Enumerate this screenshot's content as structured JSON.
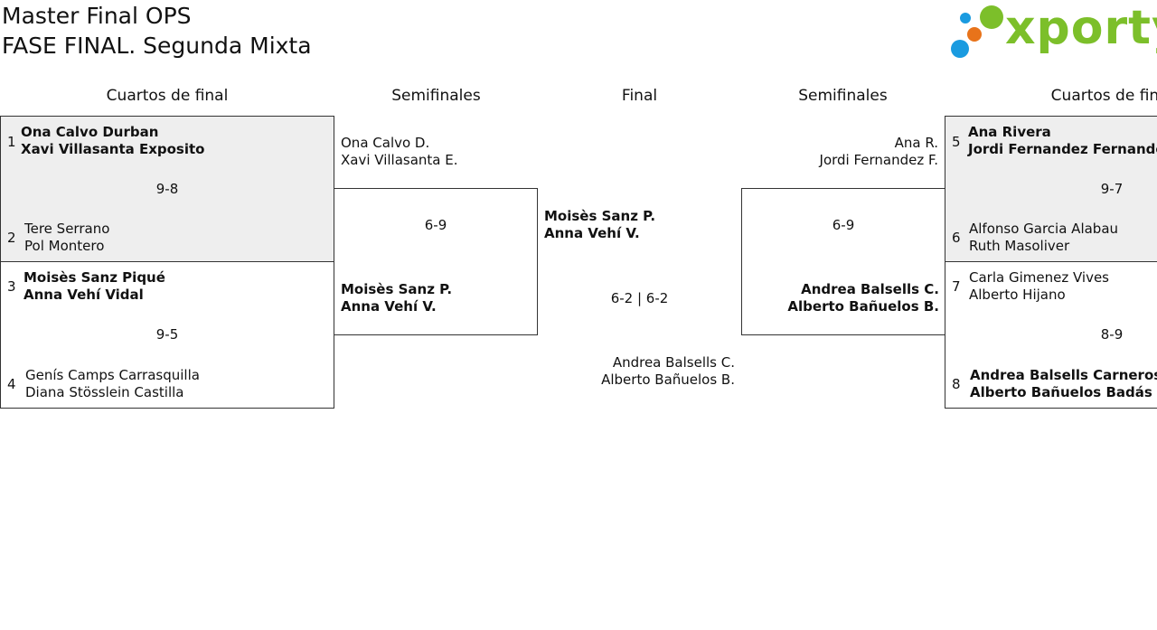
{
  "header": {
    "title_line1": "Master Final OPS",
    "title_line2": "FASE FINAL. Segunda Mixta",
    "logo_text": "xporty"
  },
  "columns": {
    "left_quarters": "Cuartos de final",
    "left_semis": "Semifinales",
    "final": "Final",
    "right_semis": "Semifinales",
    "right_quarters": "Cuartos de final"
  },
  "quarters_left": [
    {
      "seed_a": "1",
      "a1": "Ona Calvo Durban",
      "a2": "Xavi Villasanta Exposito",
      "score": "9-8",
      "seed_b": "2",
      "b1": "Tere Serrano",
      "b2": "Pol Montero"
    },
    {
      "seed_a": "3",
      "a1": "Moisès Sanz Piqué",
      "a2": "Anna Vehí Vidal",
      "score": "9-5",
      "seed_b": "4",
      "b1": "Genís Camps Carrasquilla",
      "b2": "Diana Stösslein Castilla"
    }
  ],
  "quarters_right": [
    {
      "seed_a": "5",
      "a1": "Ana Rivera",
      "a2": "Jordi Fernandez Fernandez",
      "score": "9-7",
      "seed_b": "6",
      "b1": "Alfonso Garcia Alabau",
      "b2": "Ruth Masoliver"
    },
    {
      "seed_a": "7",
      "a1": "Carla Gimenez Vives",
      "a2": "Alberto Hijano",
      "score": "8-9",
      "seed_b": "8",
      "b1": "Andrea Balsells Carneros",
      "b2": "Alberto Bañuelos Badás"
    }
  ],
  "semis_left": {
    "a1": "Ona Calvo D.",
    "a2": "Xavi Villasanta E.",
    "score": "6-9",
    "b1": "Moisès Sanz P.",
    "b2": "Anna Vehí V."
  },
  "semis_right": {
    "a1": "Ana R.",
    "a2": "Jordi Fernandez F.",
    "score": "6-9",
    "b1": "Andrea Balsells C.",
    "b2": "Alberto Bañuelos B."
  },
  "final": {
    "a1": "Moisès Sanz P.",
    "a2": "Anna Vehí V.",
    "score": "6-2 | 6-2",
    "b1": "Andrea Balsells C.",
    "b2": "Alberto Bañuelos B."
  },
  "colors": {
    "logo_green": "#7cbf2a",
    "logo_blue": "#1a9be0",
    "logo_orange": "#e8731a",
    "winner_bg": "#eeeeee",
    "border": "#333333"
  }
}
